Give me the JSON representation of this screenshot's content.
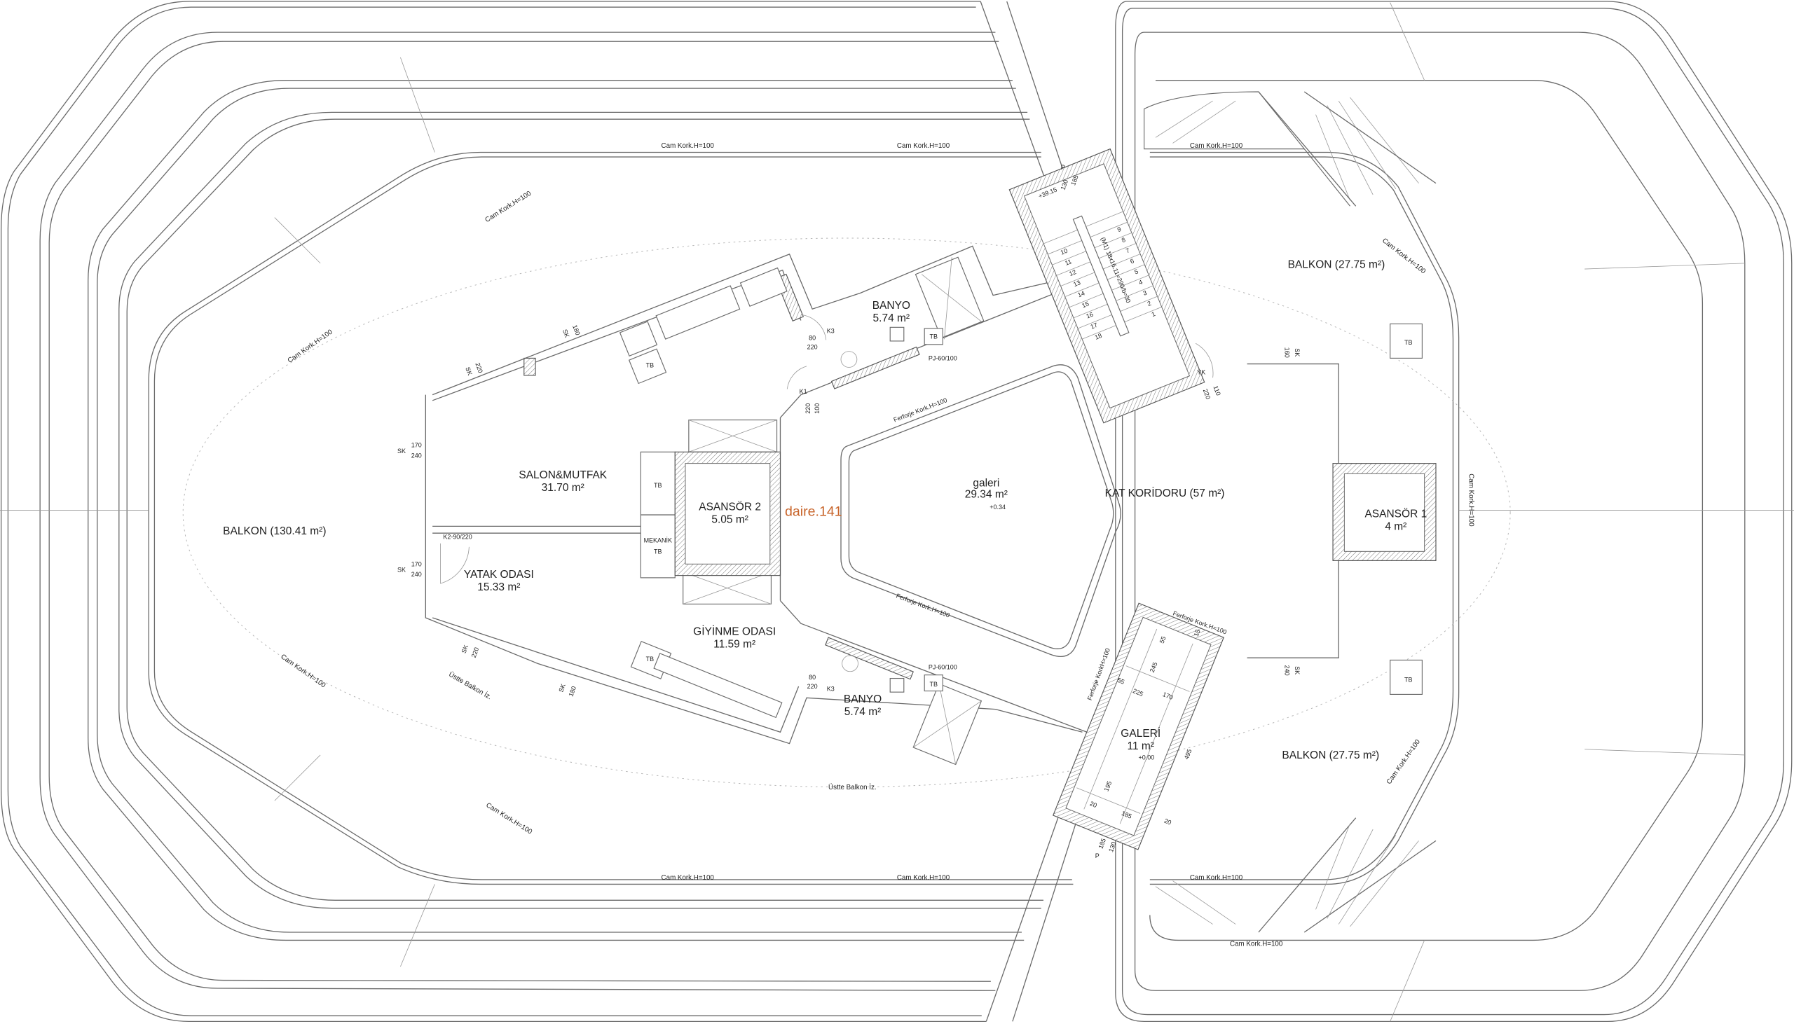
{
  "plan": {
    "unit_label": "daire.141",
    "accent_color": "#c8642a",
    "rooms": {
      "salon": {
        "name": "SALON&MUTFAK",
        "area": "31.70 m²"
      },
      "yatak": {
        "name": "YATAK ODASI",
        "area": "15.33 m²"
      },
      "asansor2": {
        "name": "ASANSÖR 2",
        "area": "5.05 m²"
      },
      "asansor1": {
        "name": "ASANSÖR 1",
        "area": "4 m²"
      },
      "galeri_main": {
        "name": "galeri",
        "area": "29.34 m²",
        "level": "+0.34"
      },
      "kat_koridoru": {
        "name": "KAT KORİDORU (57 m²)"
      },
      "banyo_top": {
        "name": "BANYO",
        "area": "5.74 m²"
      },
      "banyo_bottom": {
        "name": "BANYO",
        "area": "5.74 m²"
      },
      "giyinme": {
        "name": "GİYİNME ODASI",
        "area": "11.59 m²"
      },
      "galeri_small": {
        "name": "GALERİ",
        "area": "11 m²",
        "level": "+0.00"
      },
      "balkon_left": {
        "name": "BALKON (130.41 m²)"
      },
      "balkon_right_top": {
        "name": "BALKON (27.75 m²)"
      },
      "balkon_right_bottom": {
        "name": "BALKON (27.75 m²)"
      }
    },
    "railing_label": "Cam Kork.H=100",
    "ferforje_label": "Ferforje Kork.H=100",
    "ferforje_label_alt": "Ferforje KorkH=100",
    "upper_balcony_trace": "Üstte Balkon İz.",
    "tb": "TB",
    "mekanik": "MEKANİK",
    "doors": {
      "k3": "K3",
      "k1": "K1",
      "k2": "K2-90/220",
      "yk": "YK",
      "p": "P",
      "pj": "PJ-60/100",
      "sk": "SK"
    },
    "dims": {
      "d80": "80",
      "d220": "220",
      "d100": "100",
      "d110": "110",
      "d170": "170",
      "d240": "240",
      "d180": "180",
      "d160": "160",
      "d185": "185",
      "d130": "130",
      "d55": "55",
      "d225": "225",
      "d245": "245",
      "d495": "495",
      "d195": "195",
      "d20": "20",
      "d15": "15"
    },
    "stair": {
      "level": "+39.15",
      "formula": "(M1) 18x16.11=290/b=30",
      "steps": [
        "1",
        "2",
        "3",
        "4",
        "5",
        "6",
        "7",
        "8",
        "9",
        "10",
        "11",
        "12",
        "13",
        "14",
        "15",
        "16",
        "17",
        "18"
      ]
    }
  }
}
